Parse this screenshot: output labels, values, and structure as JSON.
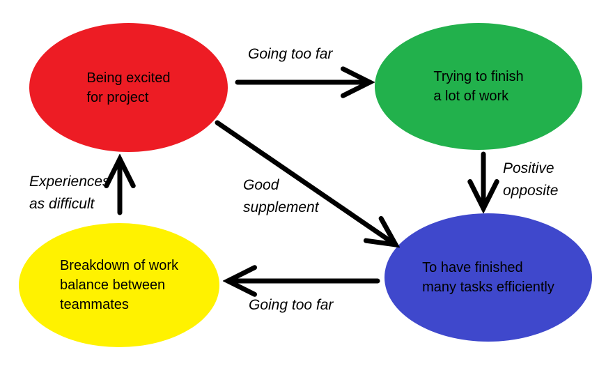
{
  "diagram": {
    "background_color": "#ffffff",
    "arrow_color": "#000000",
    "text_color": "#000000",
    "nodes": [
      {
        "id": "being-excited",
        "lines": [
          "Being excited",
          "for project"
        ],
        "fill": "#ED1C24"
      },
      {
        "id": "trying-to-finish",
        "lines": [
          "Trying to finish",
          "a lot of work"
        ],
        "fill": "#22B14C"
      },
      {
        "id": "finished-tasks",
        "lines": [
          "To have finished",
          "many tasks efficiently"
        ],
        "fill": "#3F48CC"
      },
      {
        "id": "work-breakdown",
        "lines": [
          "Breakdown of work",
          "balance between",
          "teammates"
        ],
        "fill": "#FFF200"
      }
    ],
    "edges": [
      {
        "from": "being-excited",
        "to": "trying-to-finish",
        "label_lines": [
          "Going too far"
        ]
      },
      {
        "from": "trying-to-finish",
        "to": "finished-tasks",
        "label_lines": [
          "Positive",
          "opposite"
        ]
      },
      {
        "from": "being-excited",
        "to": "finished-tasks",
        "label_lines": [
          "Good",
          "supplement"
        ]
      },
      {
        "from": "finished-tasks",
        "to": "work-breakdown",
        "label_lines": [
          "Going too far"
        ]
      },
      {
        "from": "work-breakdown",
        "to": "being-excited",
        "label_lines": [
          "Experiences",
          "as difficult"
        ]
      }
    ]
  }
}
